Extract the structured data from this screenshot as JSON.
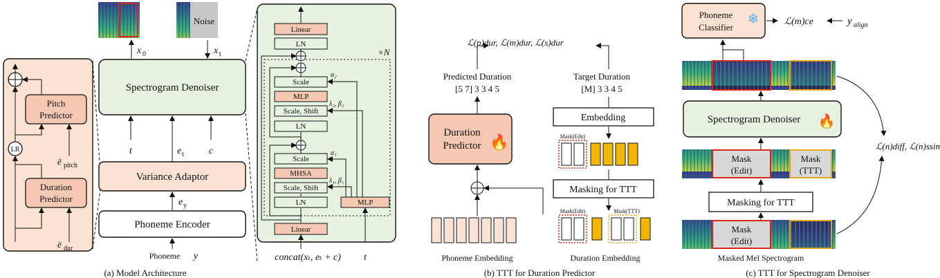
{
  "panel_a": {
    "caption": "(a) Model Architecture",
    "noise_label": "Noise",
    "x0": "x",
    "x0_sub": "0",
    "xt": "x",
    "xt_sub": "t",
    "spectrogram_denoiser": "Spectrogram Denoiser",
    "variance_adaptor": "Variance Adaptor",
    "phoneme_encoder": "Phoneme Encoder",
    "phoneme_input": "Phoneme",
    "phoneme_symbol": "y",
    "cond_t": "t",
    "cond_et": "e",
    "cond_et_sub": "t",
    "cond_c": "c",
    "ey": "e",
    "ey_sub": "y",
    "pitch_predictor": [
      "Pitch",
      "Predictor"
    ],
    "duration_predictor": [
      "Duration",
      "Predictor"
    ],
    "lr": "LR",
    "e_pitch": "ē",
    "e_pitch_sub": "pitch",
    "e_dur": "ē",
    "e_dur_sub": "dur",
    "block_linear_top": "Linear",
    "block_ln_top": "LN",
    "block_scale_2": "Scale",
    "block_mlp": "MLP",
    "block_scale_shift_2": "Scale, Shift",
    "block_ln_2": "LN",
    "block_scale_1": "Scale",
    "block_mhsa": "MHSA",
    "block_scale_shift_1": "Scale, Shift",
    "block_ln_1": "LN",
    "block_mlp_side": "MLP",
    "block_linear_bottom": "Linear",
    "repeat": "×N",
    "alpha2": "α₂",
    "lambda2_beta2": "λ₂, β₂",
    "alpha1": "α₁",
    "lambda1_beta1": "λ₁, β₁",
    "concat_label": "concat(x",
    "concat_label_full": "concat(xₜ, eₜ + c)",
    "concat_t": "t"
  },
  "panel_b": {
    "caption": "(b) TTT for Duration Predictor",
    "loss_label": "ℒ(p)dur, ℒ(m)dur, ℒ(s)dur",
    "predicted_duration": "Predicted Duration",
    "predicted_values": "[5  7]  3  3  4  5",
    "target_duration": "Target Duration",
    "target_values": "[M] 3  3  4  5",
    "embedding": "Embedding",
    "duration_predictor": [
      "Duration",
      "Predictor"
    ],
    "mask_edit_1": "Mask(Edit)",
    "masking_for_ttt": "Masking for TTT",
    "mask_edit_2": "Mask(Edit)",
    "mask_ttt": "Mask(TTT)",
    "phoneme_embedding": "Phoneme Embedding",
    "duration_embedding": "Duration Embedding"
  },
  "panel_c": {
    "caption": "(c) TTT for Spectrogram Denoiser",
    "phoneme_classifier": [
      "Phoneme",
      "Classifier"
    ],
    "loss_ce": "ℒ(m)ce",
    "y_align": "y",
    "y_align_sub": "align",
    "spectrogram_denoiser": "Spectrogram Denoiser",
    "loss_diff_ssim": "ℒ(n)diff, ℒ(n)ssim",
    "mask_edit": [
      "Mask",
      "(Edit)"
    ],
    "mask_ttt": [
      "Mask",
      "(TTT)"
    ],
    "masking_for_ttt": "Masking for TTT",
    "mask_edit_bottom": [
      "Mask",
      "(Edit)"
    ],
    "masked_mel": "Masked Mel Spectrogram"
  },
  "colors": {
    "green_fill": "#e6f3e1",
    "green_stroke": "#9fbf95",
    "salmon_fill": "#f5c8b3",
    "peach_fill": "#fbe2d3",
    "red_box": "#d9261c",
    "orange_box": "#e8a21d",
    "yellow_token": "#f2b705",
    "snow": "#5ab3e6",
    "fire": "#f05a22"
  }
}
